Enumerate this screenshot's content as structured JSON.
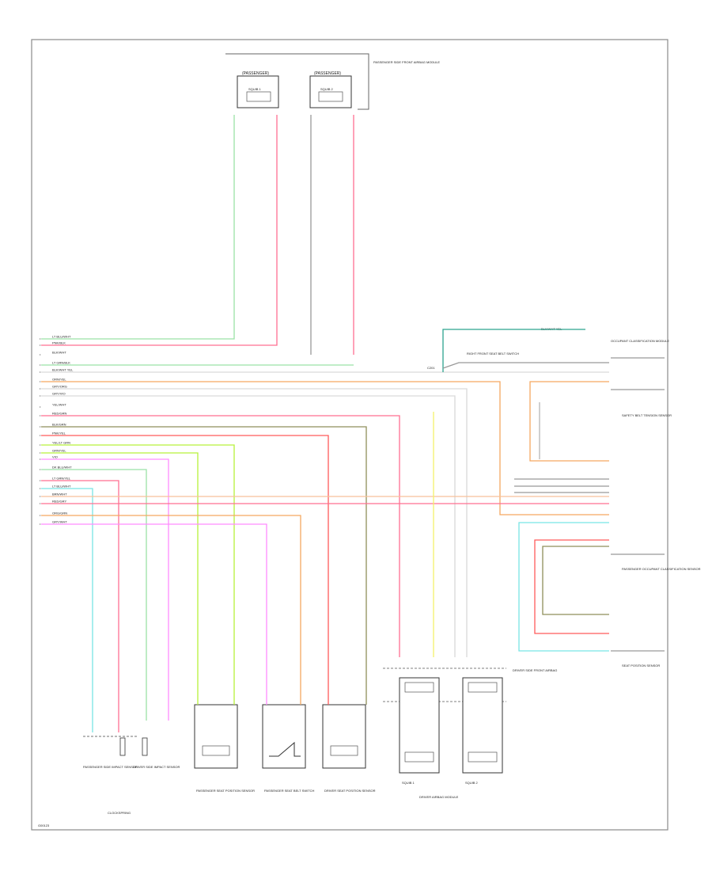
{
  "diagram": {
    "top_module_label": "PASSENGER SIDE FRONT AIRBAG MODULE",
    "top_connector_left_label": "(PASSENGER)",
    "top_connector_right_label": "(PASSENGER)",
    "top_squib_left_label": "SQUIB 1",
    "top_squib_right_label": "SQUIB 2",
    "center_connector_label": "C201",
    "left_bus_labels": [
      "LT BLU/WHT",
      "PNK/BLK",
      "BLK/WHT",
      "LT GRN/BLK",
      "BLK/WHT YEL",
      "ORN/YEL",
      "GRY/ORG",
      "GRY/VIO",
      "YEL/WHT",
      "RED/GRN",
      "BLK/GRN",
      "PNK/YEL",
      "YEL/LT GRN",
      "GRN/YEL",
      "VIO",
      "DK BLU/WHT",
      "LT GRN/YEL",
      "LT BLU/WHT",
      "BRN/WHT",
      "RED/GRY",
      "ORG/GRN",
      "GRY/WHT"
    ],
    "right_top_module_label": "OCCUPANT CLASSIFICATION MODULE",
    "right_top_wire_label": "BLK/WHT YEL",
    "right_splice_label": "RIGHT FRONT SEAT BELT SWITCH",
    "right_sensor1_label": "SAFETY BELT TENSION SENSOR",
    "right_sensor2_label": "PASSENGER OCCUPANT CLASSIFICATION SENSOR",
    "right_sensor3_label": "SEAT POSITION SENSOR",
    "bottom_components": [
      "PASSENGER SIDE IMPACT SENSOR",
      "DRIVER SIDE IMPACT SENSOR",
      "PASSENGER SEAT POSITION SENSOR",
      "PASSENGER SEAT BELT SWITCH",
      "DRIVER SEAT POSITION SENSOR"
    ],
    "bottom_left_sub_label": "CLOCKSPRING",
    "right_bottom_module_label": "DRIVER SIDE FRONT AIRBAG",
    "right_bottom_squib_left": "SQUIB 1",
    "right_bottom_squib_right": "SQUIB 2",
    "bottom_group_label": "DRIVER AIRBAG MODULE",
    "page_code": "G00123"
  },
  "wire_colors": {
    "green": "#9be2a6",
    "pink": "#ff6f91",
    "gray": "#999999",
    "orange": "#f5a860",
    "light_gray": "#d9d9d9",
    "red": "#ff5a5a",
    "olive": "#8f8f5a",
    "lime": "#b6f23a",
    "yellow": "#f4f06a",
    "magenta": "#ff8cff",
    "cyan": "#78e5e5",
    "teal": "#2ca38e",
    "peach": "#f7c19a"
  }
}
